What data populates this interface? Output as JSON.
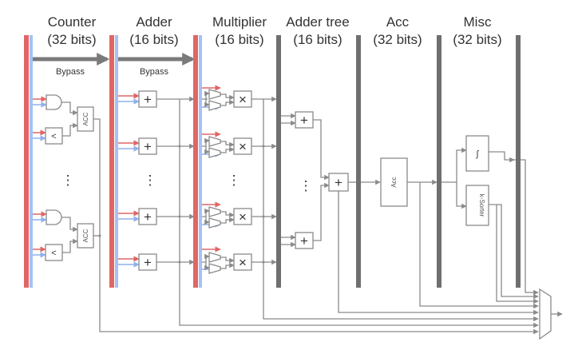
{
  "colors": {
    "red_bus": "#e06666",
    "blue_bus": "#a4c2f4",
    "gray_bus": "#6f6f6f",
    "wire": "#8a8a8a",
    "red_arrow": "#e06666",
    "blue_arrow": "#8fb0ee"
  },
  "headers": {
    "counter": {
      "name": "Counter",
      "bits": "(32 bits)"
    },
    "adder": {
      "name": "Adder",
      "bits": "(16 bits)"
    },
    "multiplier": {
      "name": "Multiplier",
      "bits": "(16 bits)"
    },
    "adder_tree": {
      "name": "Adder tree",
      "bits": "(16 bits)"
    },
    "acc": {
      "name": "Acc",
      "bits": "(32 bits)"
    },
    "misc": {
      "name": "Misc",
      "bits": "(32 bits)"
    }
  },
  "bypass": {
    "counter": "Bypass",
    "adder": "Bypass"
  },
  "blocks": {
    "acc_small": "ACC",
    "compare": "<",
    "acc_big": "Acc",
    "integrator": "∫",
    "sorter": "k-Sorter",
    "add_symbol": "+",
    "mul_symbol": "×",
    "ellipsis": "⋮"
  }
}
